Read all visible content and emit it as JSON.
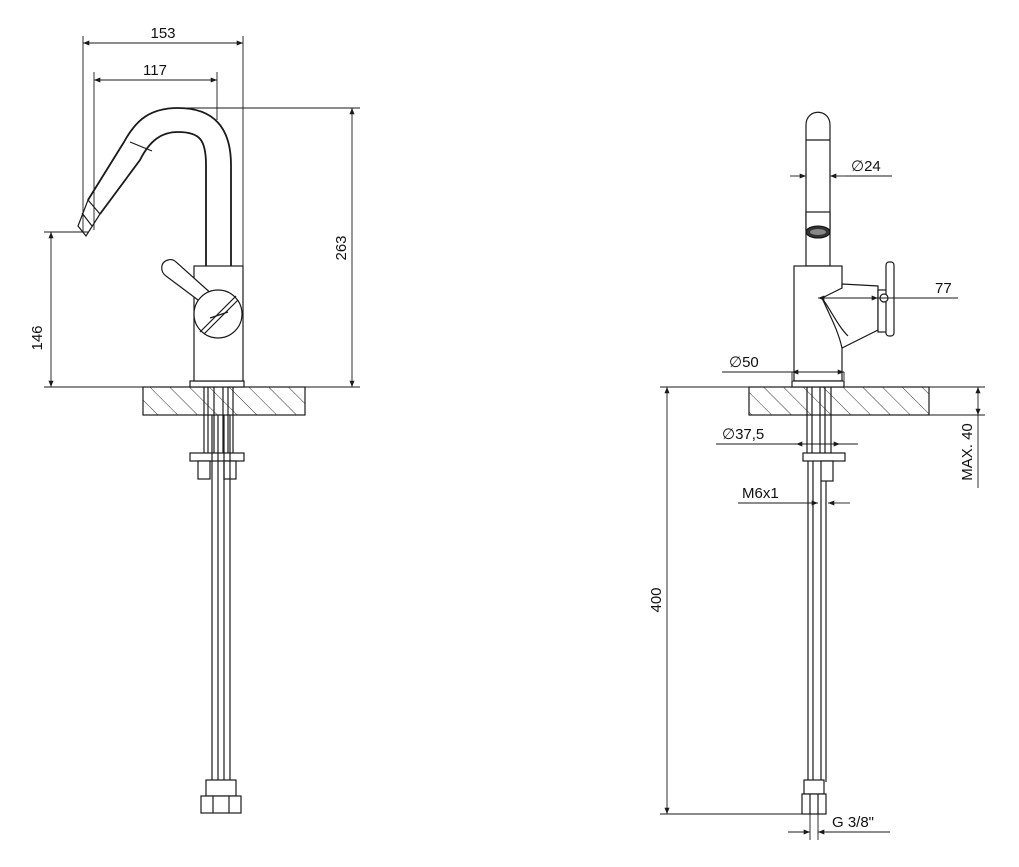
{
  "side_view": {
    "dims": {
      "overall_reach": "153",
      "spout_reach": "117",
      "height": "263",
      "spout_height": "146"
    }
  },
  "front_view": {
    "dims": {
      "spout_diameter": "∅24",
      "handle_projection": "77",
      "base_diameter": "∅50",
      "shank_diameter": "∅37,5",
      "thread": "M6x1",
      "deck_thickness": "MAX. 40",
      "hose_length": "400",
      "hose_connection": "G 3/8\""
    }
  }
}
